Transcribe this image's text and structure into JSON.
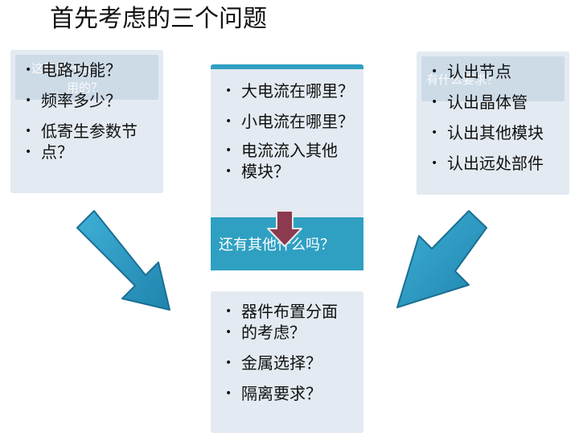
{
  "title": "首先考虑的三个问题",
  "left_box": {
    "items": [
      "电路功能？",
      "频率多少？",
      "低寄生参数节",
      "点？"
    ],
    "faded_header": "这些是什么",
    "faded_header_2": "用的？"
  },
  "center_box": {
    "items": [
      "大电流在哪里？",
      "小电流在哪里？",
      "电流流入其他",
      "模块？"
    ]
  },
  "callout": {
    "text": "还有其他什么吗？"
  },
  "right_box": {
    "items": [
      "认出节点",
      "认出晶体管",
      "认出其他模块",
      "认出远处部件"
    ],
    "faded_header": "有什么要求？"
  },
  "bottom_box": {
    "items": [
      "器件布置分面",
      "的考虑？",
      "金属选择？",
      "隔离要求？"
    ]
  },
  "colors": {
    "box_bg": "#e3eaf1",
    "arrow": "#2a9bc4",
    "callout": "#2fa0c2",
    "down_arrow": "#8b3a4f"
  },
  "icons": [
    "arrow-down-right-icon",
    "arrow-down-left-icon",
    "arrow-down-icon"
  ]
}
